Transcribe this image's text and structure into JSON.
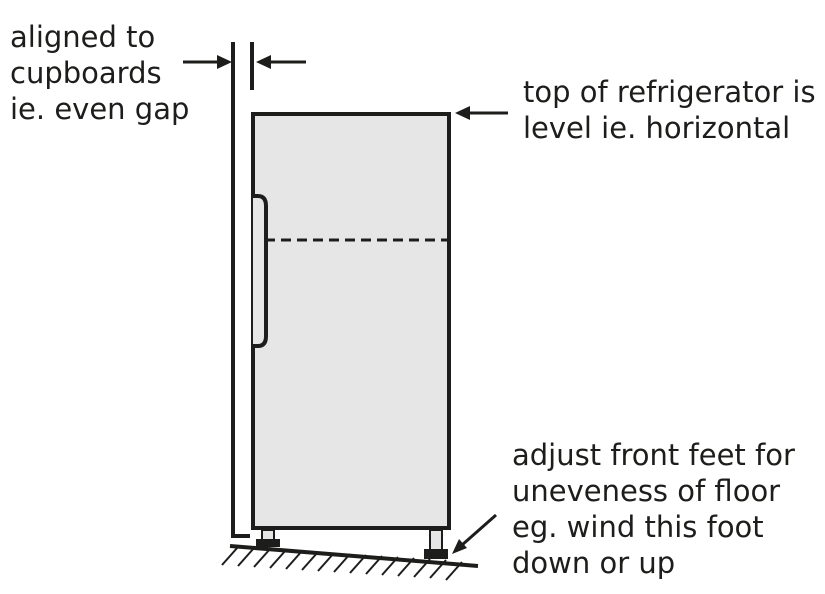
{
  "colors": {
    "line": "#1d1d1b",
    "fridge_fill": "#e6e6e6",
    "background": "#ffffff"
  },
  "labels": {
    "gap": [
      "aligned to",
      "cupboards",
      "ie. even gap"
    ],
    "top": [
      "top of refrigerator is",
      "level ie. horizontal"
    ],
    "feet": [
      "adjust front feet for",
      "uneveness of floor",
      "eg. wind this foot",
      "down or up"
    ]
  }
}
